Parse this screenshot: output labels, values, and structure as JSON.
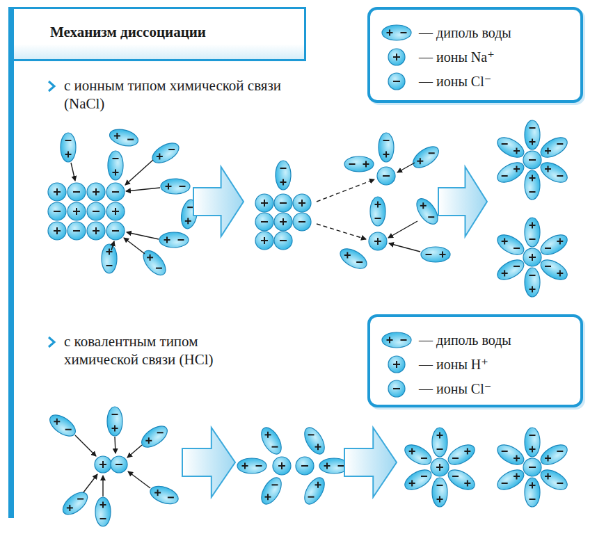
{
  "diagram": {
    "title": "Механизм диссоциации",
    "nodes": [
      {
        "text": [
          "Механизм диссоциации"
        ]
      }
    ],
    "labels": [
      "с ионным типом химической связи (NaCl)",
      "с ковалентным типом химической связи (HCl)"
    ],
    "legend": [
      {
        "text": "— диполь воды"
      },
      {
        "text": "— ионы Na⁺"
      },
      {
        "text": "— ионы Cl⁻"
      },
      {
        "text": "— диполь воды"
      },
      {
        "text": "— ионы H⁺"
      },
      {
        "text": "— ионы Cl⁻"
      }
    ]
  }
}
